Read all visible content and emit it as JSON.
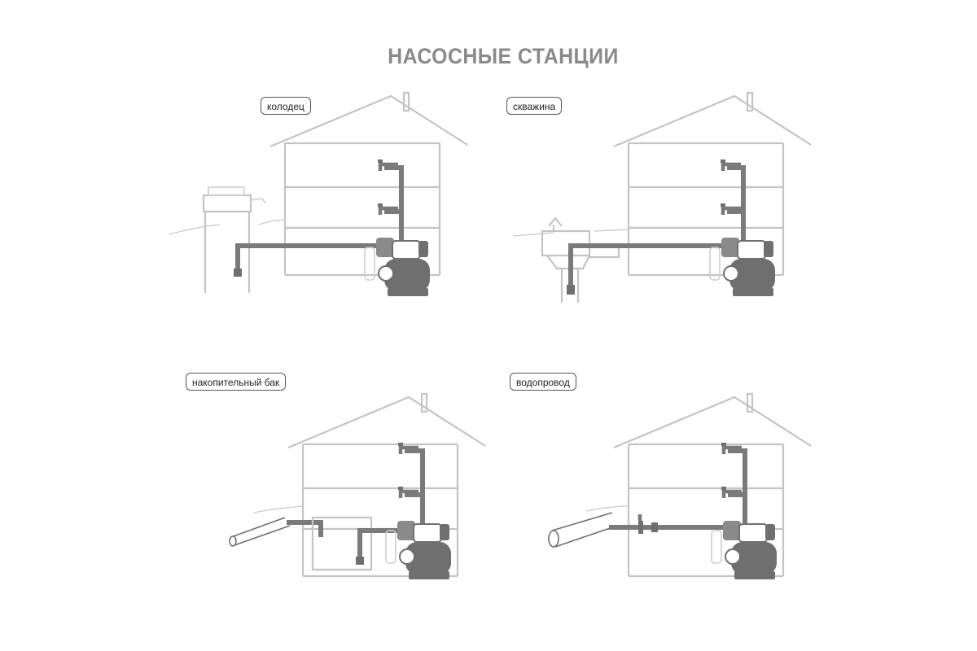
{
  "title": "НАСОСНЫЕ СТАНЦИИ",
  "panels": [
    {
      "label": "колодец"
    },
    {
      "label": "скважина"
    },
    {
      "label": "накопительный бак"
    },
    {
      "label": "водопровод"
    }
  ],
  "colors": {
    "title": "#8a8a8a",
    "wall": "#c4c4c4",
    "pipe": "#7a7a7a",
    "pump": "#6f6f6f"
  }
}
